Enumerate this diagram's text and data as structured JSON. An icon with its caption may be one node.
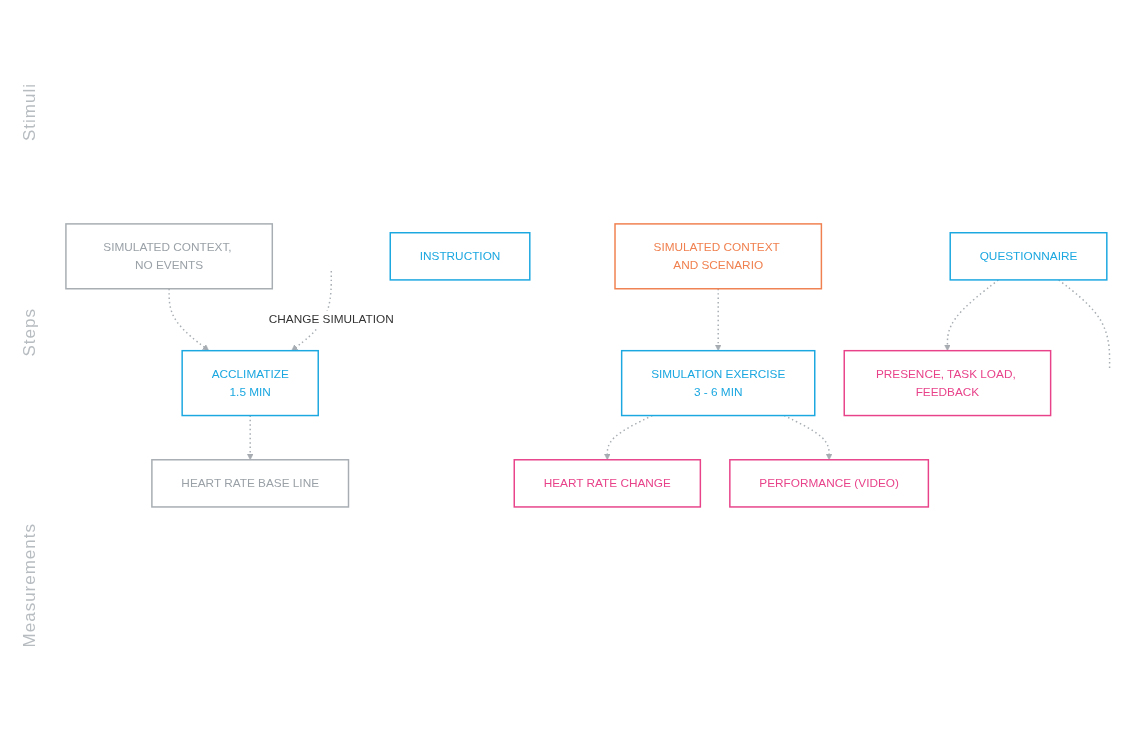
{
  "diagram": {
    "nodes": [
      {
        "text": [
          "SIMULATED CONTEXT, NO EVENTS"
        ]
      },
      {
        "text": [
          "SIMULATED CONTEXT AND SCENARIO"
        ]
      },
      {
        "text": [
          "INSTRUCTION"
        ]
      },
      {
        "text": [
          "ACCLIMATIZE",
          "1.5 MIN"
        ]
      },
      {
        "text": [
          "SIMULATION EXERCISE",
          "3 - 6 MIN"
        ]
      },
      {
        "text": [
          "QUESTIONNAIRE"
        ]
      },
      {
        "text": [
          "HEART RATE BASE LINE"
        ]
      },
      {
        "text": [
          "HEART RATE CHANGE"
        ]
      },
      {
        "text": [
          "PERFORMANCE (VIDEO)"
        ]
      },
      {
        "text": [
          "PRESENCE, TASK LOAD, FEEDBACK"
        ]
      }
    ],
    "edges": [
      {
        "from": 0,
        "to": 3,
        "arrow": "to",
        "style": "dashed"
      },
      {
        "from": 1,
        "to": 4,
        "arrow": "to",
        "style": "dashed"
      },
      {
        "from": 3,
        "to": 6,
        "arrow": "to",
        "style": "dashed"
      },
      {
        "from": 4,
        "to": 7,
        "arrow": "to",
        "style": "dashed"
      },
      {
        "from": 4,
        "to": 8,
        "arrow": "to",
        "style": "dashed"
      },
      {
        "from": 5,
        "to": 9,
        "arrow": "to",
        "style": "dashed"
      },
      {
        "from": null,
        "to": 3,
        "arrow": "to",
        "style": "dashed",
        "label": "CHANGE SIMULATION"
      },
      {
        "from": 5,
        "to": null,
        "arrow": "none",
        "style": "dashed"
      }
    ],
    "labels": [
      "Stimuli",
      "Steps",
      "Measurements"
    ]
  }
}
